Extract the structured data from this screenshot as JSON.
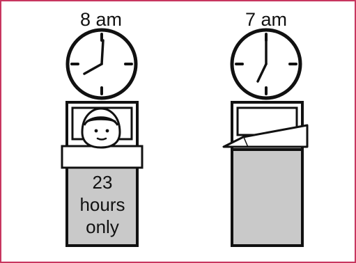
{
  "scene": {
    "left_time": "8 am",
    "right_time": "7 am",
    "bed_text_line1": "23",
    "bed_text_line2": "hours",
    "bed_text_line3": "only",
    "frame_color": "#c8365f",
    "bed_fill_color": "#c9c9c9",
    "line_color": "#111111"
  }
}
